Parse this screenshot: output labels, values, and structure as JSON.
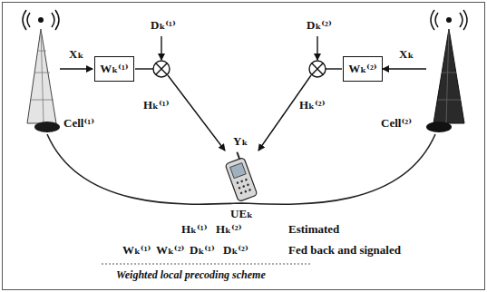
{
  "diagram": {
    "caption": "Weighted local precoding scheme",
    "nodes": [
      {
        "text": [
          "Wₖ⁽¹⁾"
        ]
      },
      {
        "text": [
          "Wₖ⁽²⁾"
        ]
      }
    ],
    "labels": [
      "Xₖ",
      "Dₖ⁽¹⁾",
      "Hₖ⁽¹⁾",
      "Dₖ⁽²⁾",
      "Xₖ",
      "Hₖ⁽²⁾",
      "Cell⁽¹⁾",
      "Cell⁽²⁾",
      "Yₖ",
      "UEₖ",
      "Hₖ⁽¹⁾",
      "Hₖ⁽²⁾",
      "Estimated",
      "Wₖ⁽¹⁾",
      "Wₖ⁽²⁾",
      "Dₖ⁽¹⁾",
      "Dₖ⁽²⁾",
      "Fed back and signaled"
    ]
  }
}
